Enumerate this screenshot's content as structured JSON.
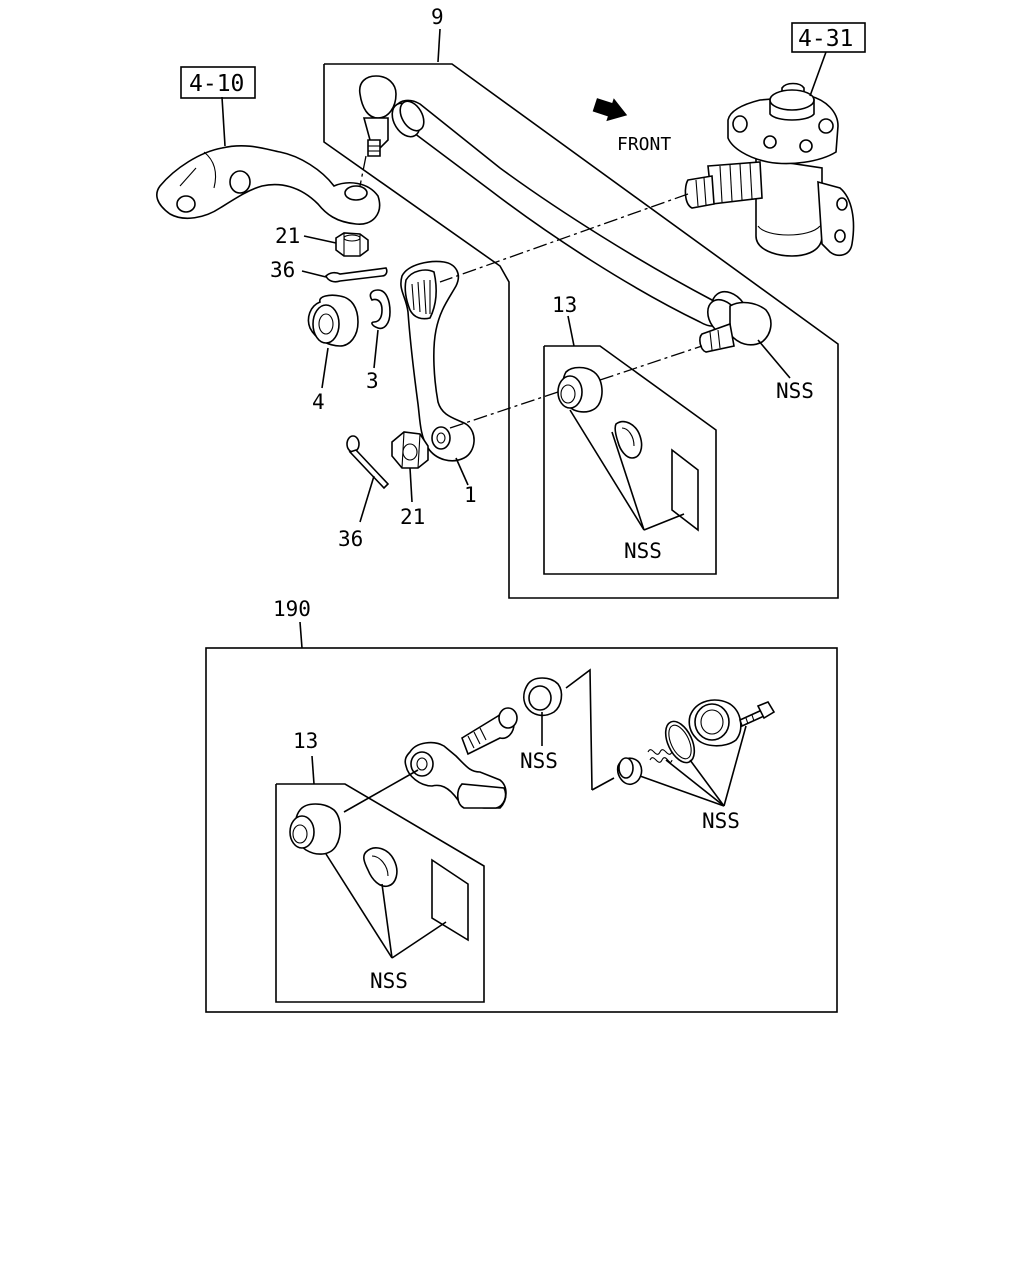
{
  "refs": {
    "r410": "4-10",
    "r431": "4-31"
  },
  "front_label": "FRONT",
  "callouts": {
    "c9": "9",
    "c13_top": "13",
    "c21_top": "21",
    "c36_top": "36",
    "c4": "4",
    "c3": "3",
    "c1": "1",
    "c21_bottom": "21",
    "c36_bottom": "36",
    "nss_tie_rod_end": "NSS",
    "nss_kit_top": "NSS",
    "c190": "190",
    "c13_bottom": "13",
    "nss_boot": "NSS",
    "nss_seals": "NSS",
    "nss_kit_bottom": "NSS"
  },
  "icons": {
    "front_arrow": "arrow-icon"
  }
}
